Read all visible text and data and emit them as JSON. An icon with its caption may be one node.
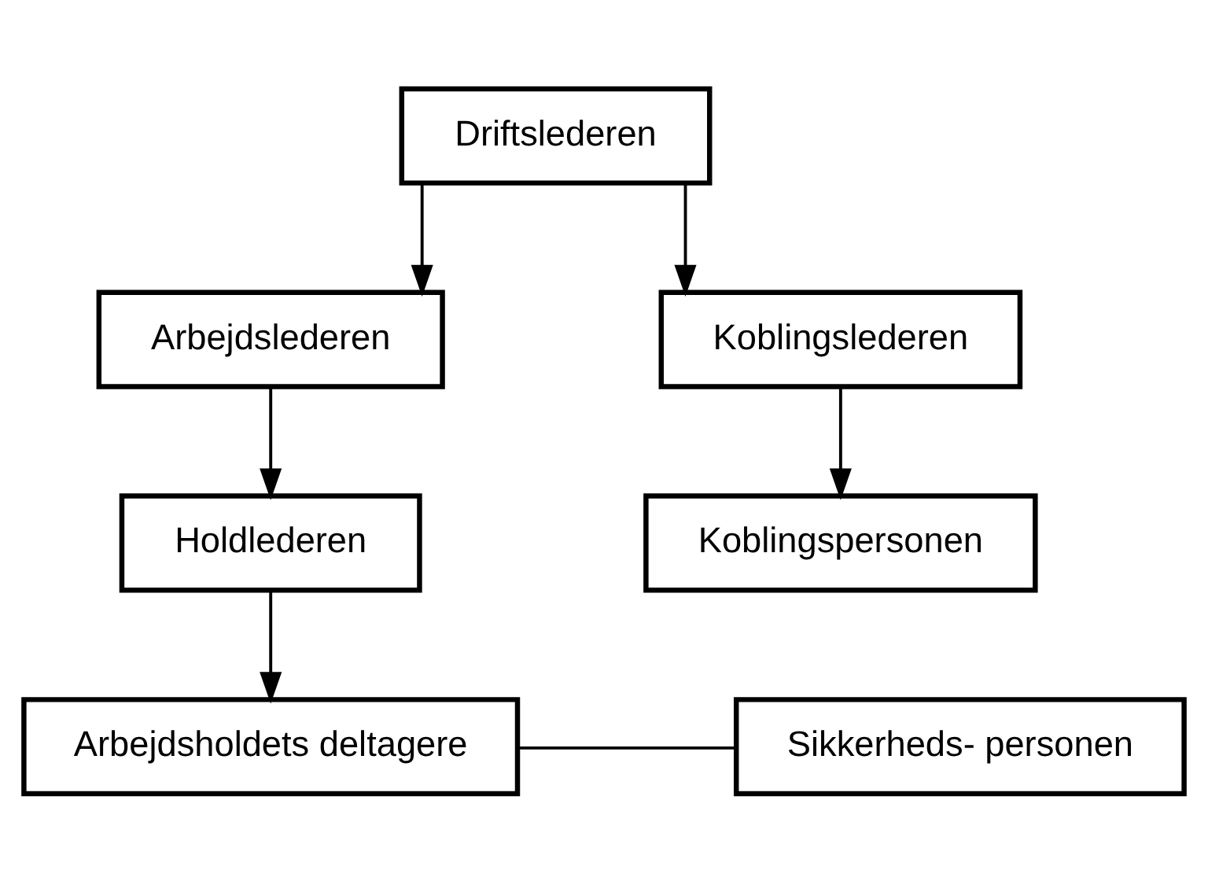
{
  "diagram": {
    "nodes": [
      {
        "text": [
          "Driftslederen"
        ]
      },
      {
        "text": [
          "Arbejdslederen"
        ]
      },
      {
        "text": [
          "Koblingslederen"
        ]
      },
      {
        "text": [
          "Holdlederen"
        ]
      },
      {
        "text": [
          "Koblingspersonen"
        ]
      },
      {
        "text": [
          "Arbejdsholdets deltagere"
        ]
      },
      {
        "text": [
          "Sikkerheds- personen"
        ]
      }
    ],
    "edges": [
      {
        "from": 0,
        "to": 1,
        "arrow": "to"
      },
      {
        "from": 0,
        "to": 2,
        "arrow": "to"
      },
      {
        "from": 1,
        "to": 3,
        "arrow": "to"
      },
      {
        "from": 2,
        "to": 4,
        "arrow": "to"
      },
      {
        "from": 3,
        "to": 5,
        "arrow": "to"
      },
      {
        "from": 5,
        "to": 6,
        "arrow": "none"
      }
    ]
  }
}
